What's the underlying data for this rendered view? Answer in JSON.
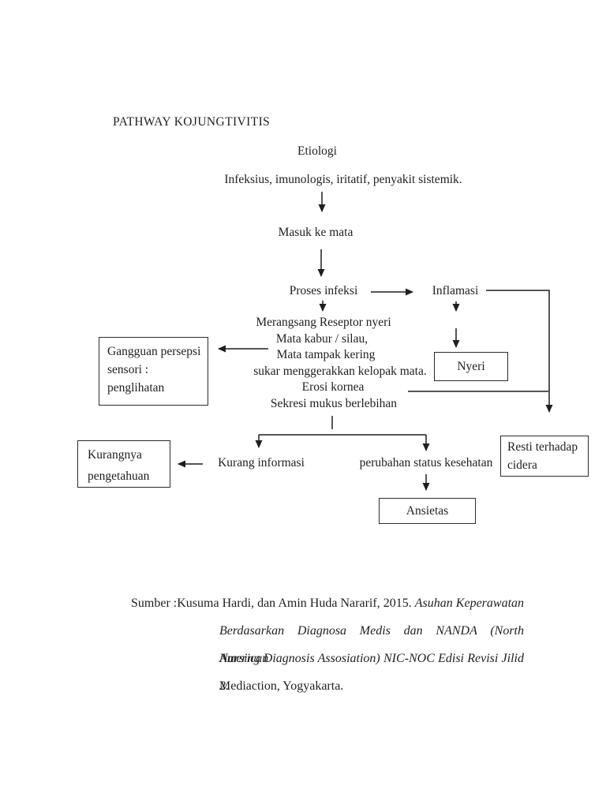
{
  "page": {
    "title": "PATHWAY KOJUNGTIVITIS",
    "flow": {
      "etiologi": "Etiologi",
      "causes": "Infeksius, imunologis, iritatif, penyakit sistemik.",
      "masuk": "Masuk ke mata",
      "proses": "Proses infeksi",
      "inflamasi": "Inflamasi",
      "symptoms": [
        "Merangsang Reseptor nyeri",
        "Mata kabur / silau,",
        "Mata tampak kering",
        "sukar menggerakkan kelopak mata.",
        "Erosi kornea",
        "Sekresi mukus berlebihan"
      ],
      "kurang_informasi": "Kurang informasi",
      "perubahan_status": "perubahan status kesehatan"
    },
    "boxes": {
      "gangguan": [
        "Gangguan persepsi",
        "sensori :",
        "penglihatan"
      ],
      "nyeri": "Nyeri",
      "resti": [
        "Resti terhadap",
        "cidera"
      ],
      "kurangnya": [
        "Kurangnya",
        "pengetahuan"
      ],
      "ansietas": "Ansietas"
    },
    "citation": {
      "line1_regular": "Sumber :Kusuma Hardi, dan Amin Huda Nararif, 2015.",
      "line1_italic": "Asuhan Keperawatan",
      "line2": "Berdasarkan Diagnosa Medis dan NANDA (North American",
      "line3": "Nursing Diagnosis Assosiation) NIC-NOC Edisi Revisi Jilid 2.",
      "line4": "Mediaction, Yogyakarta."
    }
  },
  "colors": {
    "ink": "#1f1f1f",
    "border": "#2b2b2b",
    "page_bg": "#ffffff"
  }
}
